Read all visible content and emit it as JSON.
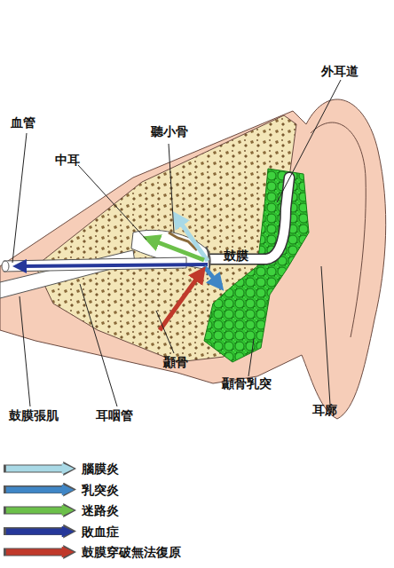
{
  "diagram": {
    "labels": [
      "外耳道",
      "血管",
      "聽小骨",
      "中耳",
      "鼓膜",
      "顳骨",
      "顳骨乳突",
      "耳廓",
      "鼓膜張肌",
      "耳咽管"
    ],
    "legend": [
      {
        "text": "腦膜炎",
        "color": "#a9d9e6"
      },
      {
        "text": "乳突炎",
        "color": "#3f86c6"
      },
      {
        "text": "迷路炎",
        "color": "#6cc04a"
      },
      {
        "text": "敗血症",
        "color": "#26389a"
      },
      {
        "text": "鼓膜穿破無法復原",
        "color": "#c0392b"
      }
    ]
  }
}
